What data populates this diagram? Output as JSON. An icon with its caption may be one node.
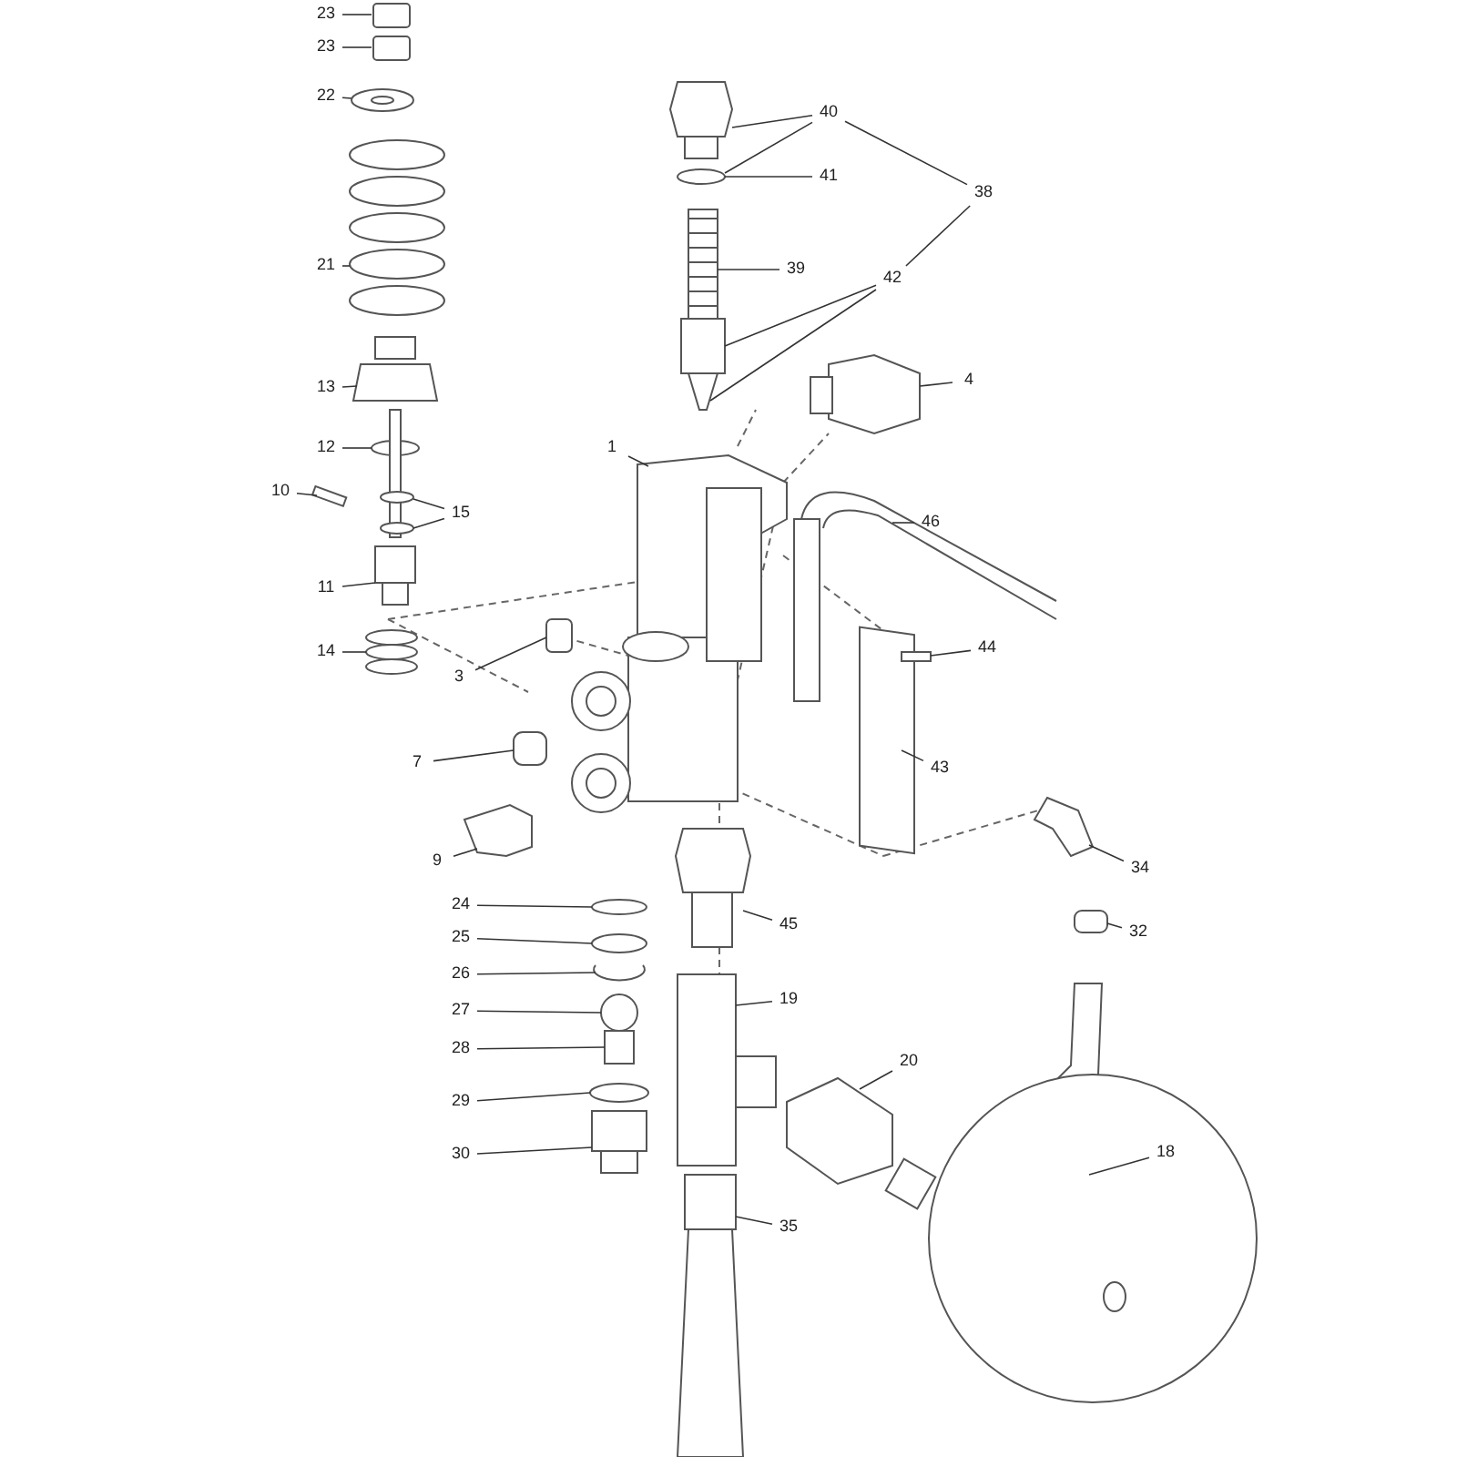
{
  "diagram": {
    "nodes": [
      {
        "text": [
          "23"
        ]
      },
      {
        "text": [
          "23"
        ]
      },
      {
        "text": [
          "22"
        ]
      },
      {
        "text": [
          "40"
        ]
      },
      {
        "text": [
          "41"
        ]
      },
      {
        "text": [
          "38"
        ]
      },
      {
        "text": [
          "21"
        ]
      },
      {
        "text": [
          "39"
        ]
      },
      {
        "text": [
          "42"
        ]
      },
      {
        "text": [
          "13"
        ]
      },
      {
        "text": [
          "4"
        ]
      },
      {
        "text": [
          "12"
        ]
      },
      {
        "text": [
          "1"
        ]
      },
      {
        "text": [
          "10"
        ]
      },
      {
        "text": [
          "15"
        ]
      },
      {
        "text": [
          "46"
        ]
      },
      {
        "text": [
          "11"
        ]
      },
      {
        "text": [
          "14"
        ]
      },
      {
        "text": [
          "44"
        ]
      },
      {
        "text": [
          "3"
        ]
      },
      {
        "text": [
          "7"
        ]
      },
      {
        "text": [
          "43"
        ]
      },
      {
        "text": [
          "9"
        ]
      },
      {
        "text": [
          "34"
        ]
      },
      {
        "text": [
          "24"
        ]
      },
      {
        "text": [
          "45"
        ]
      },
      {
        "text": [
          "25"
        ]
      },
      {
        "text": [
          "32"
        ]
      },
      {
        "text": [
          "26"
        ]
      },
      {
        "text": [
          "19"
        ]
      },
      {
        "text": [
          "27"
        ]
      },
      {
        "text": [
          "28"
        ]
      },
      {
        "text": [
          "20"
        ]
      },
      {
        "text": [
          "29"
        ]
      },
      {
        "text": [
          "18"
        ]
      },
      {
        "text": [
          "30"
        ]
      },
      {
        "text": [
          "35"
        ]
      }
    ],
    "edges": [
      {
        "from": 0,
        "to": null,
        "arrow": "none"
      },
      {
        "from": 1,
        "to": null,
        "arrow": "none"
      },
      {
        "from": 2,
        "to": null,
        "arrow": "none"
      },
      {
        "from": 3,
        "to": null,
        "arrow": "none"
      },
      {
        "from": 3,
        "to": null,
        "arrow": "none"
      },
      {
        "from": 4,
        "to": null,
        "arrow": "none"
      },
      {
        "from": 5,
        "to": 3,
        "arrow": "none"
      },
      {
        "from": 5,
        "to": 8,
        "arrow": "none"
      },
      {
        "from": 6,
        "to": null,
        "arrow": "none"
      },
      {
        "from": 7,
        "to": null,
        "arrow": "none"
      },
      {
        "from": 8,
        "to": null,
        "arrow": "none"
      },
      {
        "from": 8,
        "to": null,
        "arrow": "none"
      },
      {
        "from": 9,
        "to": null,
        "arrow": "none"
      },
      {
        "from": 10,
        "to": null,
        "arrow": "none"
      },
      {
        "from": 11,
        "to": null,
        "arrow": "none"
      },
      {
        "from": 12,
        "to": null,
        "arrow": "none"
      },
      {
        "from": 13,
        "to": null,
        "arrow": "none"
      },
      {
        "from": 14,
        "to": null,
        "arrow": "none"
      },
      {
        "from": 14,
        "to": null,
        "arrow": "none"
      },
      {
        "from": 15,
        "to": null,
        "arrow": "none"
      },
      {
        "from": 16,
        "to": null,
        "arrow": "none"
      },
      {
        "from": 17,
        "to": null,
        "arrow": "none"
      },
      {
        "from": 18,
        "to": null,
        "arrow": "none"
      },
      {
        "from": 19,
        "to": null,
        "arrow": "none"
      },
      {
        "from": 20,
        "to": null,
        "arrow": "none"
      },
      {
        "from": 21,
        "to": null,
        "arrow": "none"
      },
      {
        "from": 22,
        "to": null,
        "arrow": "none"
      },
      {
        "from": 23,
        "to": null,
        "arrow": "none"
      },
      {
        "from": 24,
        "to": null,
        "arrow": "none"
      },
      {
        "from": 25,
        "to": null,
        "arrow": "none"
      },
      {
        "from": 26,
        "to": null,
        "arrow": "none"
      },
      {
        "from": 27,
        "to": null,
        "arrow": "none"
      },
      {
        "from": 28,
        "to": null,
        "arrow": "none"
      },
      {
        "from": 29,
        "to": null,
        "arrow": "none"
      },
      {
        "from": 30,
        "to": null,
        "arrow": "none"
      },
      {
        "from": 31,
        "to": null,
        "arrow": "none"
      },
      {
        "from": 32,
        "to": null,
        "arrow": "none"
      },
      {
        "from": 33,
        "to": null,
        "arrow": "none"
      },
      {
        "from": 34,
        "to": null,
        "arrow": "none"
      },
      {
        "from": 35,
        "to": null,
        "arrow": "none"
      },
      {
        "from": 36,
        "to": null,
        "arrow": "none"
      }
    ]
  }
}
